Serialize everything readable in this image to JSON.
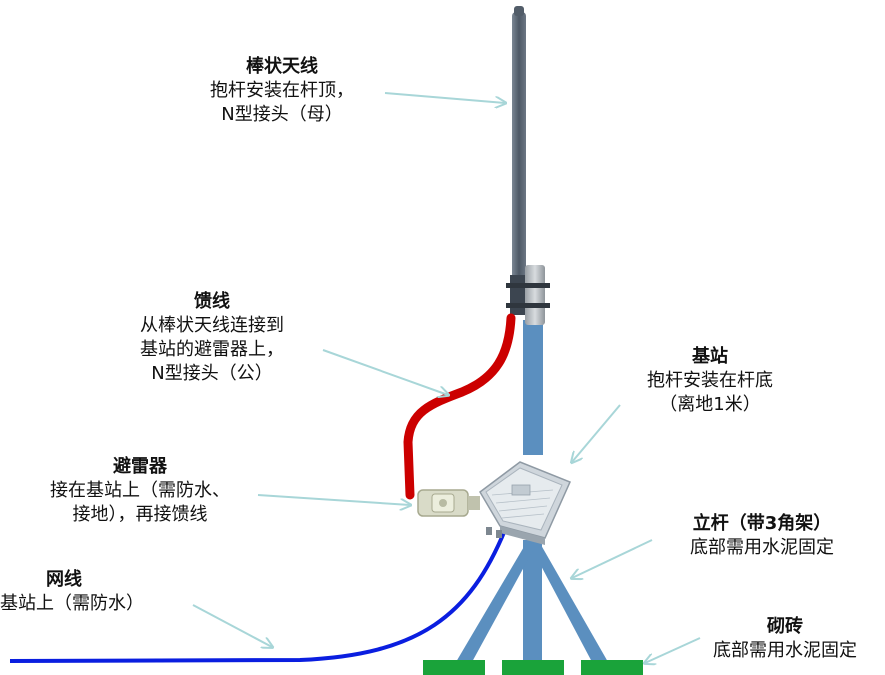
{
  "labels": {
    "antenna": {
      "title": "棒状天线",
      "lines": [
        "抱杆安装在杆顶，",
        "N型接头（母）"
      ]
    },
    "feeder": {
      "title": "馈线",
      "lines": [
        "从棒状天线连接到",
        "基站的避雷器上，",
        "N型接头（公）"
      ]
    },
    "base_station": {
      "title": "基站",
      "lines": [
        "抱杆安装在杆底",
        "（离地1米）"
      ]
    },
    "arrester": {
      "title": "避雷器",
      "lines": [
        "接在基站上（需防水、",
        "接地），再接馈线"
      ]
    },
    "network_cable": {
      "title": "网线",
      "lines": [
        "基站上（需防水）"
      ]
    },
    "pole": {
      "title": "立杆（带3角架）",
      "lines": [
        "底部需用水泥固定"
      ]
    },
    "bricks": {
      "title": "砌砖",
      "lines": [
        "底部需用水泥固定"
      ]
    }
  },
  "colors": {
    "pole": "#5b8fbf",
    "antenna": "#5f6b78",
    "feeder": "#cc0000",
    "network_cable": "#0a1ee0",
    "bricks": "#1aa33a",
    "arrow": "#a8d6d8",
    "device": "#cfd6dc"
  }
}
